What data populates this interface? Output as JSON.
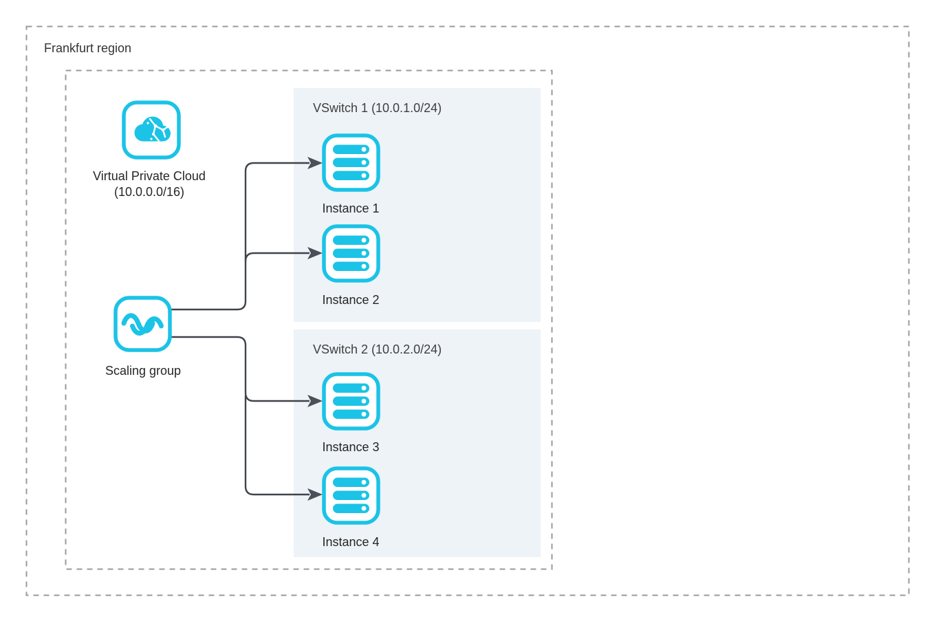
{
  "colors": {
    "accent": "#1bc3e6",
    "vswitch_bg": "#edf3f7",
    "connector": "#3f444a",
    "dash_border": "#9a9a9a",
    "text_primary": "#262626",
    "text_secondary": "#3e3e3e"
  },
  "region": {
    "label": "Frankfurt region"
  },
  "vpc": {
    "name": "Virtual Private Cloud",
    "cidr": "(10.0.0.0/16)"
  },
  "scaling_group": {
    "label": "Scaling group"
  },
  "vswitches": [
    {
      "title": "VSwitch 1 (10.0.1.0/24)",
      "instances": [
        {
          "label": "Instance 1"
        },
        {
          "label": "Instance 2"
        }
      ]
    },
    {
      "title": "VSwitch 2 (10.0.2.0/24)",
      "instances": [
        {
          "label": "Instance 3"
        },
        {
          "label": "Instance 4"
        }
      ]
    }
  ]
}
